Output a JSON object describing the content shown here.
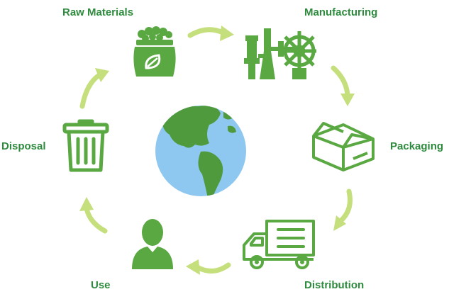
{
  "colors": {
    "label": "#2e8b3e",
    "icon_green": "#5aa842",
    "arrow": "#c4df7c",
    "ocean": "#8ec8f0",
    "land": "#4e9a3c"
  },
  "stages": [
    {
      "label": "Raw Materials",
      "icon": "seed-bag-icon"
    },
    {
      "label": "Manufacturing",
      "icon": "factory-machine-icon"
    },
    {
      "label": "Packaging",
      "icon": "box-icon"
    },
    {
      "label": "Distribution",
      "icon": "delivery-truck-icon"
    },
    {
      "label": "Use",
      "icon": "user-icon"
    },
    {
      "label": "Disposal",
      "icon": "trash-can-icon"
    }
  ],
  "center": {
    "icon": "globe-icon"
  }
}
